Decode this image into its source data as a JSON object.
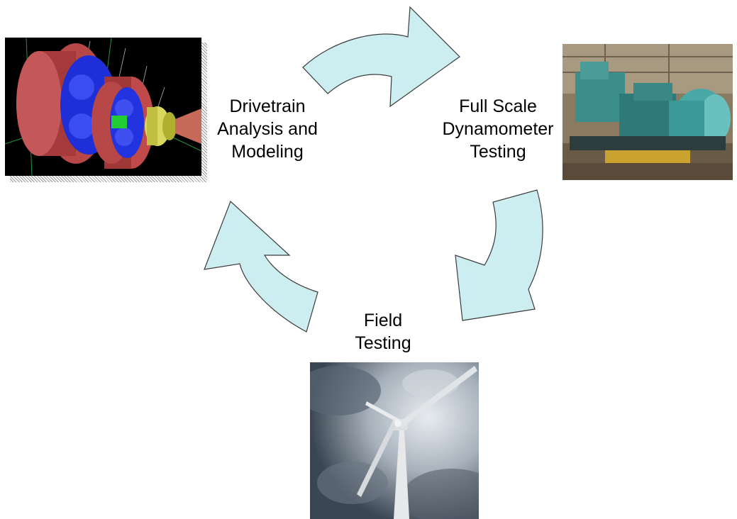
{
  "stages": [
    {
      "id": "modeling",
      "lines": [
        "Drivetrain",
        "Analysis and",
        "Modeling"
      ]
    },
    {
      "id": "dynamometer",
      "lines": [
        "Full Scale",
        "Dynamometer",
        "Testing"
      ]
    },
    {
      "id": "field",
      "lines": [
        "Field",
        "Testing"
      ]
    }
  ],
  "colors": {
    "arrow_fill": "#cceef0",
    "arrow_stroke": "#3a3a3a",
    "background": "#ffffff"
  },
  "icons": {
    "gearbox_model": "gearbox-3d-render",
    "dynamometer_photo": "dynamometer-test-rig",
    "wind_turbine_photo": "wind-turbine-under-cloudy-sky"
  }
}
